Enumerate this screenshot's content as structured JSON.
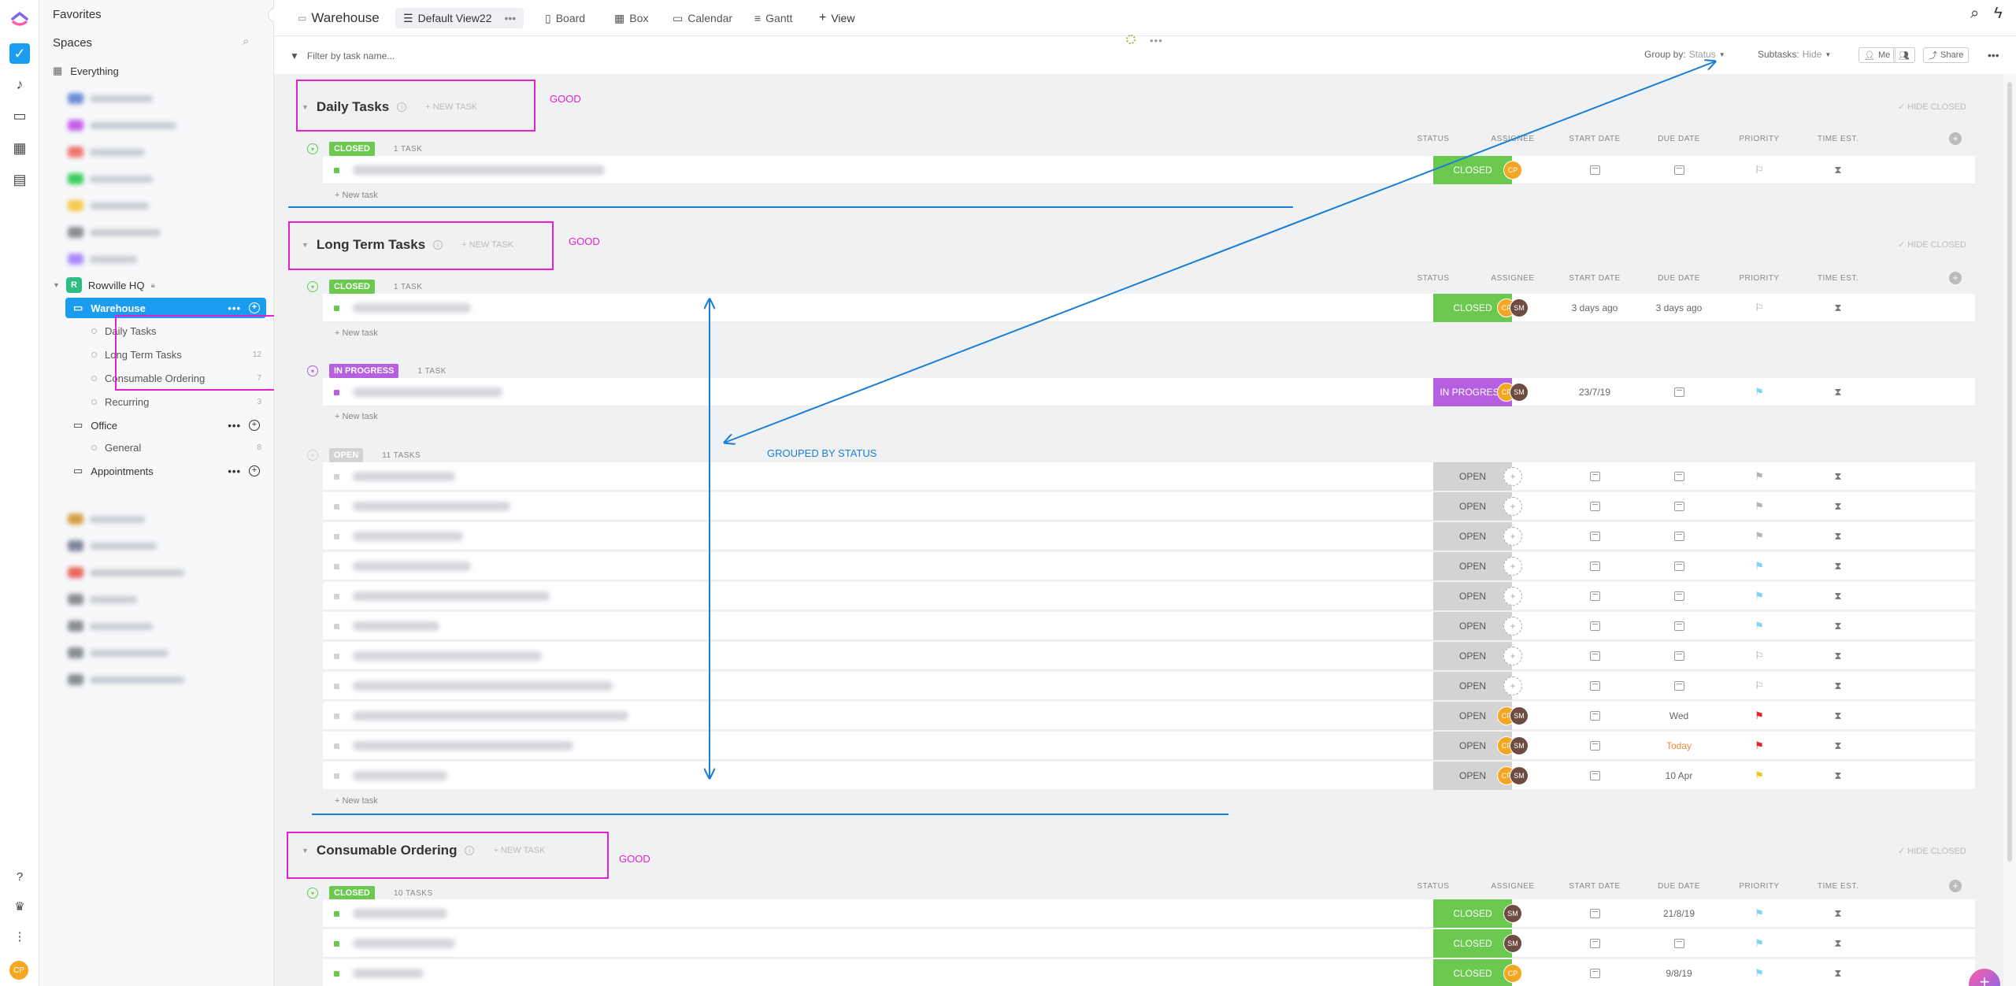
{
  "nav_rail": {
    "icons": [
      "clickup-logo-icon",
      "home-icon",
      "notifications-icon",
      "inbox-icon",
      "dashboards-icon",
      "docs-icon",
      "help-icon",
      "goals-icon",
      "more-icon"
    ],
    "avatar": "CP"
  },
  "sidebar": {
    "favorites": "Favorites",
    "spaces": "Spaces",
    "everything": "Everything",
    "space_name": "Rowville HQ",
    "space_icon": "R",
    "folders": [
      {
        "label": "Warehouse",
        "active": true
      },
      {
        "label": "Office",
        "active": false
      },
      {
        "label": "Appointments",
        "active": false
      }
    ],
    "lists": [
      {
        "label": "Daily Tasks",
        "count": ""
      },
      {
        "label": "Long Term Tasks",
        "count": "12"
      },
      {
        "label": "Consumable Ordering",
        "count": "7"
      },
      {
        "label": "Recurring",
        "count": "3"
      },
      {
        "label": "General",
        "count": "8"
      }
    ]
  },
  "topbar": {
    "breadcrumb": "Warehouse",
    "views": [
      {
        "label": "Default View22",
        "active": true
      },
      {
        "label": "Board"
      },
      {
        "label": "Box"
      },
      {
        "label": "Calendar"
      },
      {
        "label": "Gantt"
      },
      {
        "label": "View"
      }
    ]
  },
  "filterbar": {
    "search_placeholder": "Filter by task name...",
    "group_by_label": "Group by:",
    "group_by_value": "Status",
    "subtasks_label": "Subtasks:",
    "subtasks_value": "Hide",
    "me_label": "Me",
    "share_label": "Share"
  },
  "columns": [
    "STATUS",
    "ASSIGNEE",
    "START DATE",
    "DUE DATE",
    "PRIORITY",
    "TIME EST."
  ],
  "hide_closed": "HIDE CLOSED",
  "new_task_header": "+ NEW TASK",
  "new_task_row": "+ New task",
  "lists_main": [
    {
      "title": "Daily Tasks",
      "annotation": "GOOD"
    },
    {
      "title": "Long Term Tasks",
      "annotation": "GOOD"
    },
    {
      "title": "Consumable Ordering",
      "annotation": "GOOD"
    }
  ],
  "groups": {
    "daily_closed": {
      "status": "CLOSED",
      "count": "1 TASK"
    },
    "lt_closed": {
      "status": "CLOSED",
      "count": "1 TASK"
    },
    "lt_progress": {
      "status": "IN PROGRESS",
      "count": "1 TASK"
    },
    "lt_open": {
      "status": "OPEN",
      "count": "11 TASKS"
    },
    "co_closed": {
      "status": "CLOSED",
      "count": "10 TASKS"
    }
  },
  "status_colors": {
    "CLOSED": "#6bc950",
    "IN PROGRESS": "#b660e0",
    "OPEN": "#d3d3d3"
  },
  "rows": {
    "daily": [
      {
        "status": "CLOSED",
        "assignees": [
          "CP"
        ],
        "start": "",
        "due": "",
        "flag": "none"
      }
    ],
    "lt_closed": [
      {
        "status": "CLOSED",
        "assignees": [
          "CP",
          "SM"
        ],
        "start": "3 days ago",
        "due": "3 days ago",
        "flag": "none"
      }
    ],
    "lt_progress": [
      {
        "status": "IN PROGRESS",
        "assignees": [
          "CP",
          "SM"
        ],
        "start": "23/7/19",
        "due": "",
        "flag": "low"
      }
    ],
    "lt_open": [
      {
        "status": "OPEN",
        "assignees": [],
        "start": "",
        "due": "",
        "flag": "normal"
      },
      {
        "status": "OPEN",
        "assignees": [],
        "start": "",
        "due": "",
        "flag": "normal"
      },
      {
        "status": "OPEN",
        "assignees": [],
        "start": "",
        "due": "",
        "flag": "normal"
      },
      {
        "status": "OPEN",
        "assignees": [],
        "start": "",
        "due": "",
        "flag": "low"
      },
      {
        "status": "OPEN",
        "assignees": [],
        "start": "",
        "due": "",
        "flag": "low"
      },
      {
        "status": "OPEN",
        "assignees": [],
        "start": "",
        "due": "",
        "flag": "low"
      },
      {
        "status": "OPEN",
        "assignees": [],
        "start": "",
        "due": "",
        "flag": "none"
      },
      {
        "status": "OPEN",
        "assignees": [],
        "start": "",
        "due": "",
        "flag": "none"
      },
      {
        "status": "OPEN",
        "assignees": [
          "CP",
          "SM"
        ],
        "start": "",
        "due": "Wed",
        "flag": "urgent"
      },
      {
        "status": "OPEN",
        "assignees": [
          "CP",
          "SM"
        ],
        "start": "",
        "due": "Today",
        "flag": "urgent"
      },
      {
        "status": "OPEN",
        "assignees": [
          "CP",
          "SM"
        ],
        "start": "",
        "due": "10 Apr",
        "flag": "high"
      }
    ],
    "co_closed": [
      {
        "status": "CLOSED",
        "assignees": [
          "SM"
        ],
        "start": "",
        "due": "21/8/19",
        "flag": "low"
      },
      {
        "status": "CLOSED",
        "assignees": [
          "SM"
        ],
        "start": "",
        "due": "",
        "flag": "low"
      },
      {
        "status": "CLOSED",
        "assignees": [
          "CP"
        ],
        "start": "",
        "due": "9/8/19",
        "flag": "low"
      }
    ]
  },
  "annotation_grouped": "GROUPED BY STATUS",
  "flag_colors": {
    "none": "#999999",
    "normal": "#b0b4bd",
    "low": "#7fd3f7",
    "high": "#f8c51a",
    "urgent": "#e3262d"
  }
}
